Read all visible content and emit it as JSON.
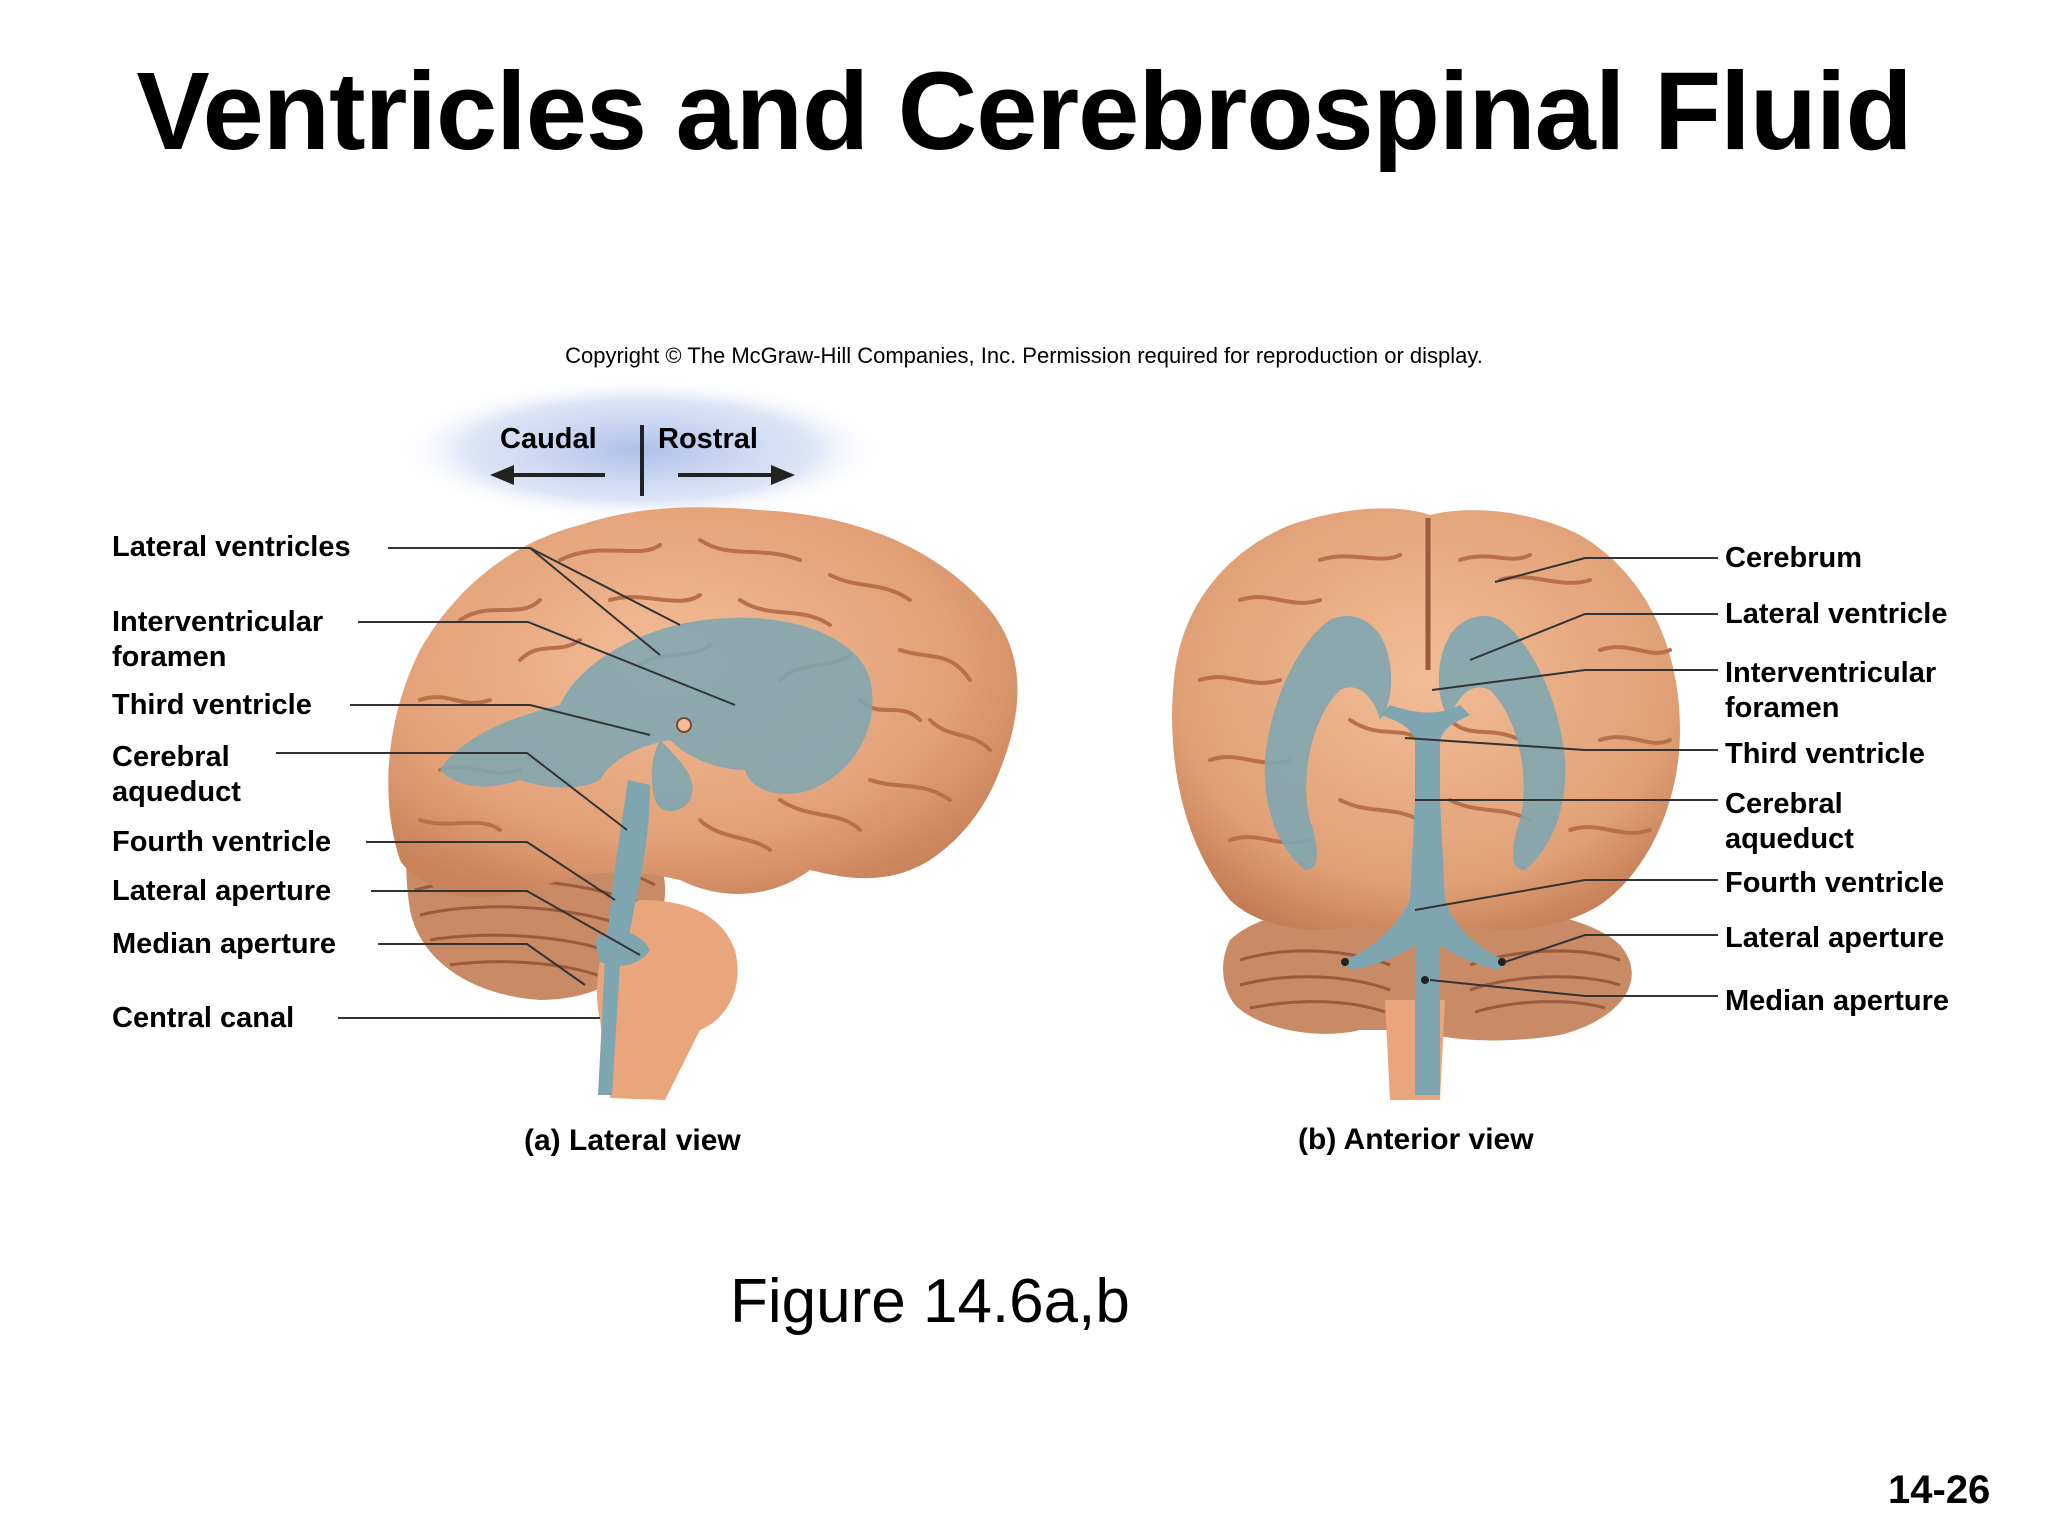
{
  "title": "Ventricles and Cerebrospinal Fluid",
  "copyright": "Copyright © The McGraw-Hill Companies, Inc. Permission required for reproduction or display.",
  "orientation": {
    "caudal": "Caudal",
    "rostral": "Rostral"
  },
  "lateral_view": {
    "caption": "(a) Lateral view",
    "labels": {
      "lateral_ventricles": "Lateral ventricles",
      "interventricular_foramen_1": "Interventricular",
      "interventricular_foramen_2": "foramen",
      "third_ventricle": "Third ventricle",
      "cerebral_aqueduct_1": "Cerebral",
      "cerebral_aqueduct_2": "aqueduct",
      "fourth_ventricle": "Fourth ventricle",
      "lateral_aperture": "Lateral aperture",
      "median_aperture": "Median aperture",
      "central_canal": "Central canal"
    }
  },
  "anterior_view": {
    "caption": "(b) Anterior view",
    "labels": {
      "cerebrum": "Cerebrum",
      "lateral_ventricle": "Lateral ventricle",
      "interventricular_foramen_1": "Interventricular",
      "interventricular_foramen_2": "foramen",
      "third_ventricle": "Third ventricle",
      "cerebral_aqueduct_1": "Cerebral",
      "cerebral_aqueduct_2": "aqueduct",
      "fourth_ventricle": "Fourth ventricle",
      "lateral_aperture": "Lateral aperture",
      "median_aperture": "Median aperture"
    }
  },
  "figure_ref": "Figure 14.6a,b",
  "slide_number": "14-26",
  "colors": {
    "brain": "#e8a57a",
    "brain_sulcus": "#b9704a",
    "ventricle": "#7fa6b0",
    "cerebellum": "#c98a66",
    "orientation_glow": "#a9bde8"
  }
}
